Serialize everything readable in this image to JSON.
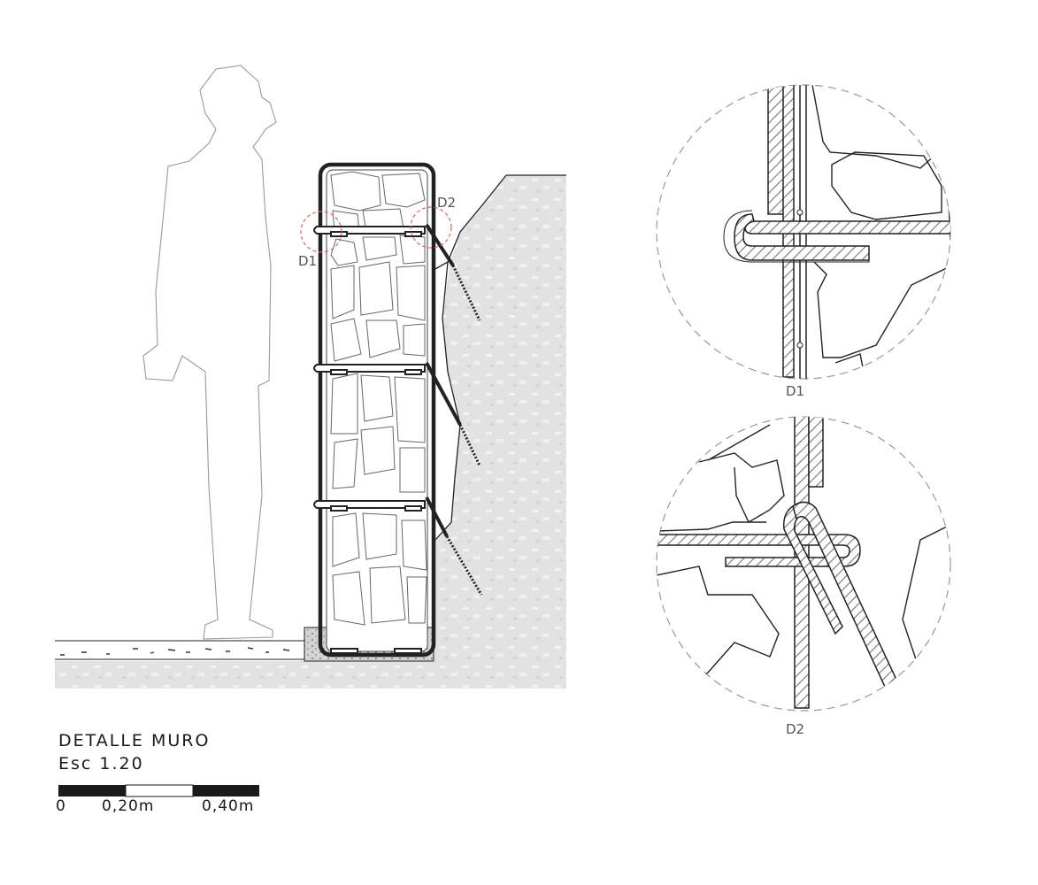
{
  "drawing": {
    "title": "DETALLE MURO",
    "scale": "Esc 1.20"
  },
  "scalebar": {
    "tick_0": "0",
    "tick_1": "0,20m",
    "tick_2": "0,40m"
  },
  "callouts": {
    "d1": "D1",
    "d2": "D2"
  },
  "details": {
    "d1": "D1",
    "d2": "D2"
  },
  "colors": {
    "line": "#222222",
    "terrain": "#e3e3e3",
    "callout": "#e06060",
    "dashed_circle": "#999999"
  }
}
